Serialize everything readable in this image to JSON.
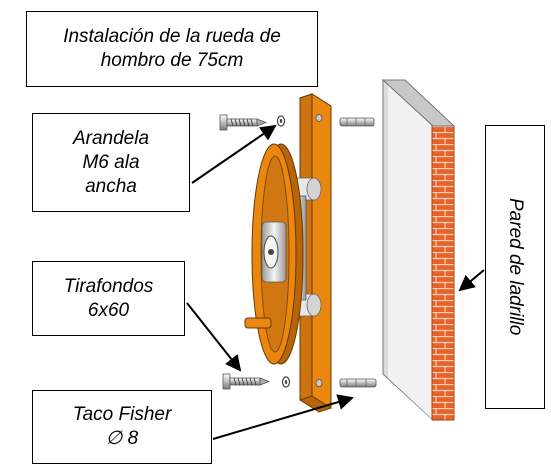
{
  "title": {
    "line1": "Instalación de la rueda de",
    "line2": "hombro de 75cm"
  },
  "labels": {
    "arandela": {
      "line1": "Arandela",
      "line2": "M6 ala",
      "line3": "ancha"
    },
    "tirafondos": {
      "line1": "Tirafondos",
      "line2": "6x60"
    },
    "taco": {
      "line1": "Taco Fisher",
      "line2": "∅ 8"
    },
    "pared": "Pared de ladrillo"
  },
  "colors": {
    "wood": "#e9870f",
    "wood_dark": "#b76508",
    "brick": "#e8622a",
    "mortar": "#f6d2b6",
    "wall_face": "#f1f1f1",
    "wall_top": "#dcdcdc",
    "bolt": "#c9c9c9"
  },
  "icons": [
    "wall-icon",
    "wooden-plank-icon",
    "wheel-icon",
    "screw-icon",
    "washer-icon",
    "wall-plug-icon",
    "arrow-icon"
  ]
}
